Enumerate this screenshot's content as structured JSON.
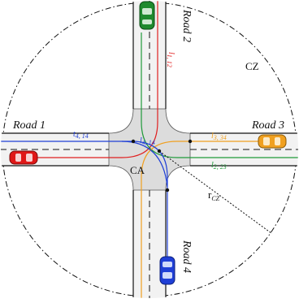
{
  "diagram": {
    "roads": [
      {
        "label": "Road 1"
      },
      {
        "label": "Road 2"
      },
      {
        "label": "Road 3"
      },
      {
        "label": "Road 4"
      }
    ],
    "zones": {
      "control_zone": "CZ",
      "conflict_area": "CA",
      "radius_main": "r",
      "radius_sub": "CZ"
    },
    "lanes": [
      {
        "main": "l",
        "sub": "1, 12",
        "color": "#e02020"
      },
      {
        "main": "t",
        "sub": "4, 14",
        "color": "#1f3fd6"
      },
      {
        "main": "l",
        "sub": "4, 14",
        "color": "#1f3fd6"
      },
      {
        "main": "l",
        "sub": "3, 34",
        "color": "#f0a020"
      },
      {
        "main": "l",
        "sub": "2, 23",
        "color": "#1f9a3a"
      }
    ],
    "vehicles": [
      {
        "name": "green-car",
        "color": "#1f8a2e"
      },
      {
        "name": "red-car",
        "color": "#e01818"
      },
      {
        "name": "orange-car",
        "color": "#f0a020"
      },
      {
        "name": "blue-car",
        "color": "#1f3fd6"
      }
    ]
  }
}
